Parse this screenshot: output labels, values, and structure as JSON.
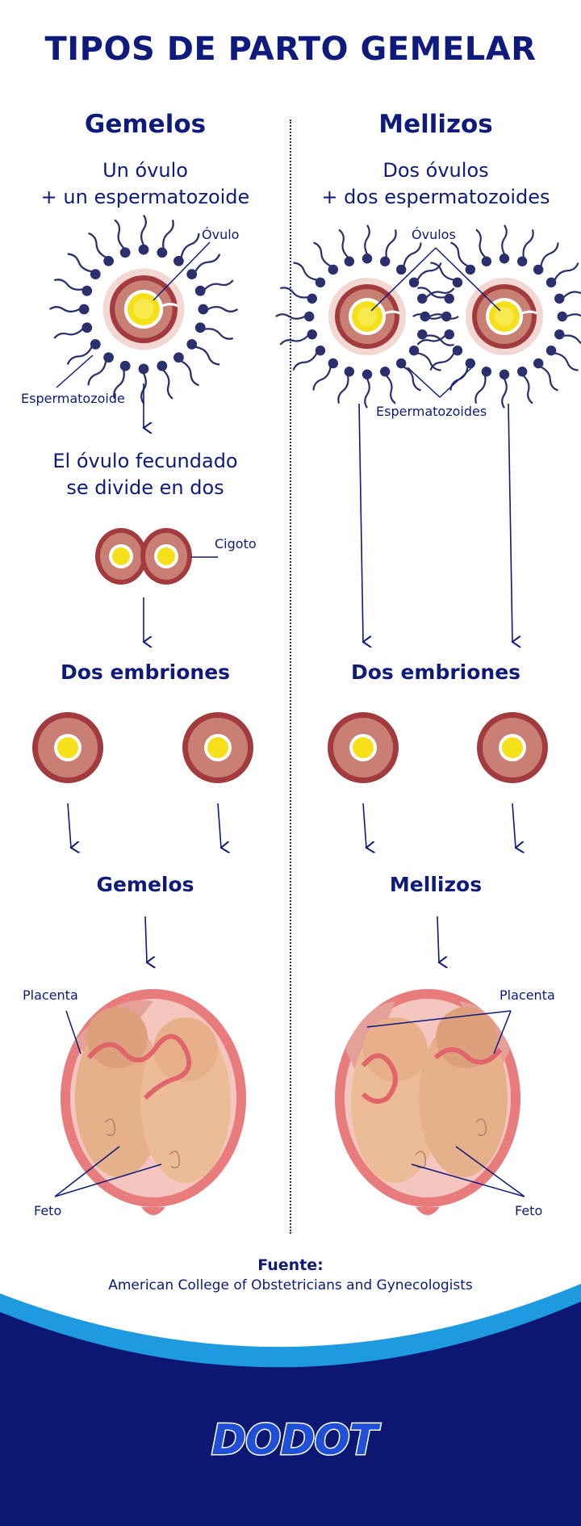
{
  "title": "TIPOS DE PARTO GEMELAR",
  "left": {
    "heading": "Gemelos",
    "subtitle_line1": "Un óvulo",
    "subtitle_line2": "+ un espermatozoide",
    "label_ovum": "Óvulo",
    "label_sperm": "Espermatozoide",
    "divide_line1": "El óvulo fecundado",
    "divide_line2": "se divide en dos",
    "label_zygote": "Cigoto",
    "embryos": "Dos embriones",
    "result": "Gemelos",
    "label_placenta": "Placenta",
    "label_fetus": "Feto"
  },
  "right": {
    "heading": "Mellizos",
    "subtitle_line1": "Dos óvulos",
    "subtitle_line2": "+ dos espermatozoides",
    "label_ova": "Óvulos",
    "label_sperms": "Espermatozoides",
    "embryos": "Dos embriones",
    "result": "Mellizos",
    "label_placenta": "Placenta",
    "label_fetus": "Feto"
  },
  "footer": {
    "source_label": "Fuente:",
    "source": "American College of Obstetricians and Gynecologists",
    "brand": "DODOT"
  },
  "colors": {
    "navy": "#0e1a7c",
    "light_blue": "#1e9be0",
    "cell_outer": "#a33b3e",
    "cell_fill": "#c97f73",
    "yolk": "#f6e01a",
    "uterus": "#e87c7c",
    "fetus": "#e8b48e"
  }
}
